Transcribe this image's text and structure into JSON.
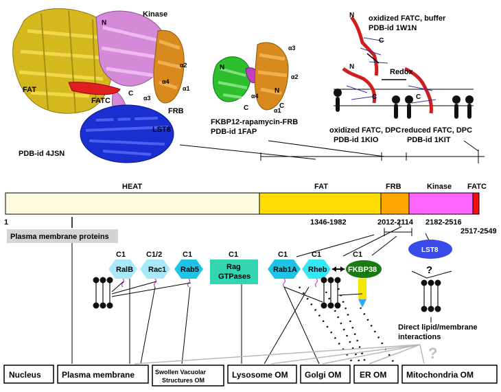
{
  "structures": {
    "mtor": {
      "fat": "FAT",
      "kinase": "Kinase",
      "fatc": "FATC",
      "frb": "FRB",
      "lst8": "LST8",
      "pdb": "PDB-id 4JSN",
      "termini": [
        "N",
        "C"
      ],
      "helices": [
        "α2",
        "α3",
        "α4",
        "α1"
      ]
    },
    "fkbp": {
      "title": "FKBP12-rapamycin-FRB",
      "pdb": "PDB-id 1FAP",
      "termini": [
        "N",
        "C",
        "N",
        "C"
      ],
      "helices": [
        "α3",
        "α2",
        "α4",
        "α1"
      ]
    },
    "fatc": {
      "buffer_title": "oxidized FATC, buffer",
      "buffer_pdb": "PDB-id 1W1N",
      "redox": "Redox",
      "dpc_ox": "oxidized FATC, DPC",
      "dpc_ox_pdb": "PDB-id 1KIO",
      "dpc_red": "reduced FATC, DPC",
      "dpc_red_pdb": "PDB-id 1KIT",
      "termini": [
        "N",
        "C",
        "N",
        "C",
        "C"
      ]
    }
  },
  "domains": {
    "heat": "HEAT",
    "fat": "FAT",
    "frb": "FRB",
    "kinase": "Kinase",
    "fatc": "FATC",
    "start": "1",
    "fat_range": "1346-1982",
    "frb_range": "2012-2114",
    "kinase_range": "2182-2516",
    "fatc_range": "2517-2549",
    "colors": {
      "heat": "#fffde0",
      "fat": "#ffdd00",
      "frb": "#ffa500",
      "kinase": "#ff66ff",
      "fatc": "#ee1111"
    }
  },
  "binders": {
    "plasma_membrane_proteins": "Plasma membrane proteins",
    "ralb": {
      "c": "C1",
      "name": "RalB"
    },
    "rac1": {
      "c": "C1/2",
      "name": "Rac1"
    },
    "rab5": {
      "c": "C1",
      "name": "Rab5"
    },
    "rag": {
      "c": "C1",
      "name1": "Rag",
      "name2": "GTPases"
    },
    "rab1a": {
      "c": "C1",
      "name": "Rab1A"
    },
    "rheb": {
      "c": "C1",
      "name": "Rheb"
    },
    "fkbp38": {
      "c": "C1",
      "name": "FKBP38"
    },
    "lst8": "LST8",
    "question": "?",
    "direct1": "Direct lipid/membrane",
    "direct2": "interactions"
  },
  "compartments": {
    "nucleus": "Nucleus",
    "plasma": "Plasma membrane",
    "vac1": "Swollen Vacuolar",
    "vac2": "Structures OM",
    "lysosome": "Lysosome OM",
    "golgi": "Golgi OM",
    "er": "ER OM",
    "mito": "Mitochondria OM",
    "question": "?"
  }
}
